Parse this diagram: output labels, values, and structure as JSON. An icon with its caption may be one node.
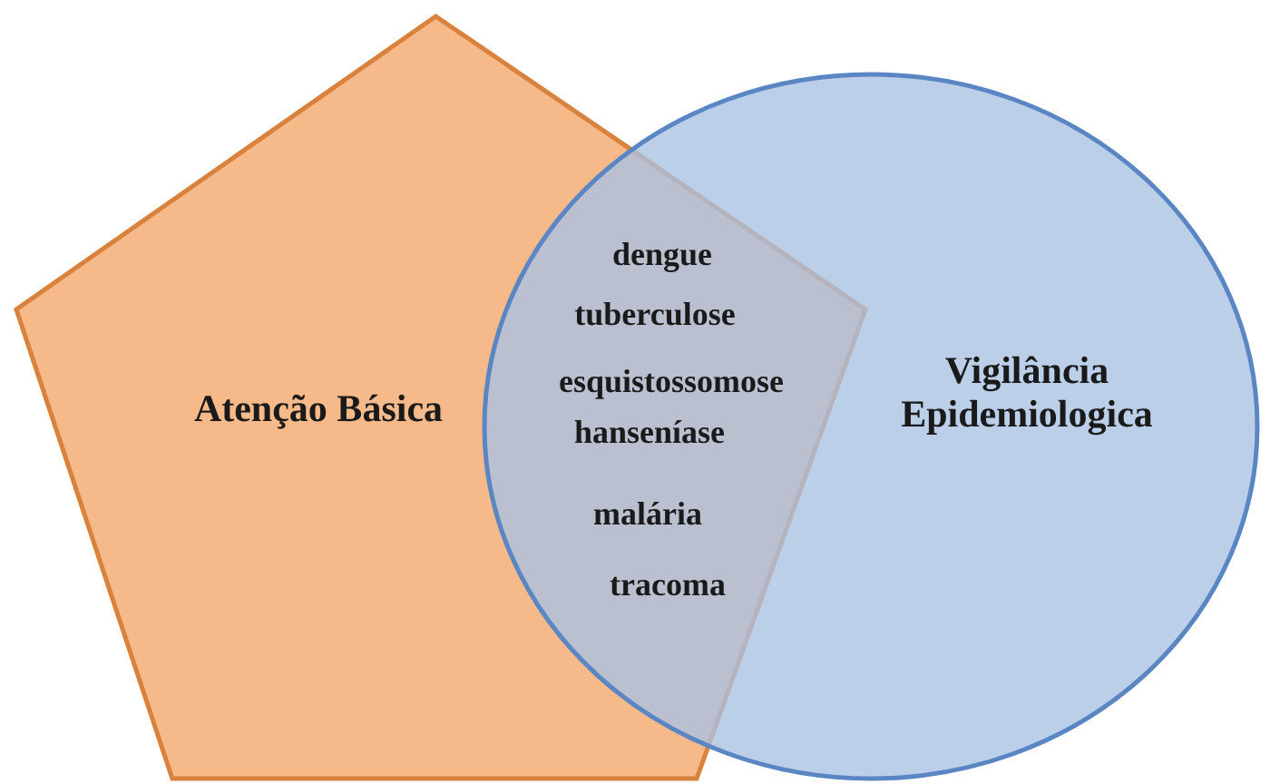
{
  "diagram": {
    "nodes": [
      {
        "text": [
          "Atenção Básica"
        ]
      },
      {
        "text": [
          "Vigilância Epidemiologica"
        ]
      }
    ],
    "labels": [
      "dengue",
      "tuberculose",
      "esquistossomose",
      "hanseníase",
      "malária",
      "tracoma"
    ]
  }
}
